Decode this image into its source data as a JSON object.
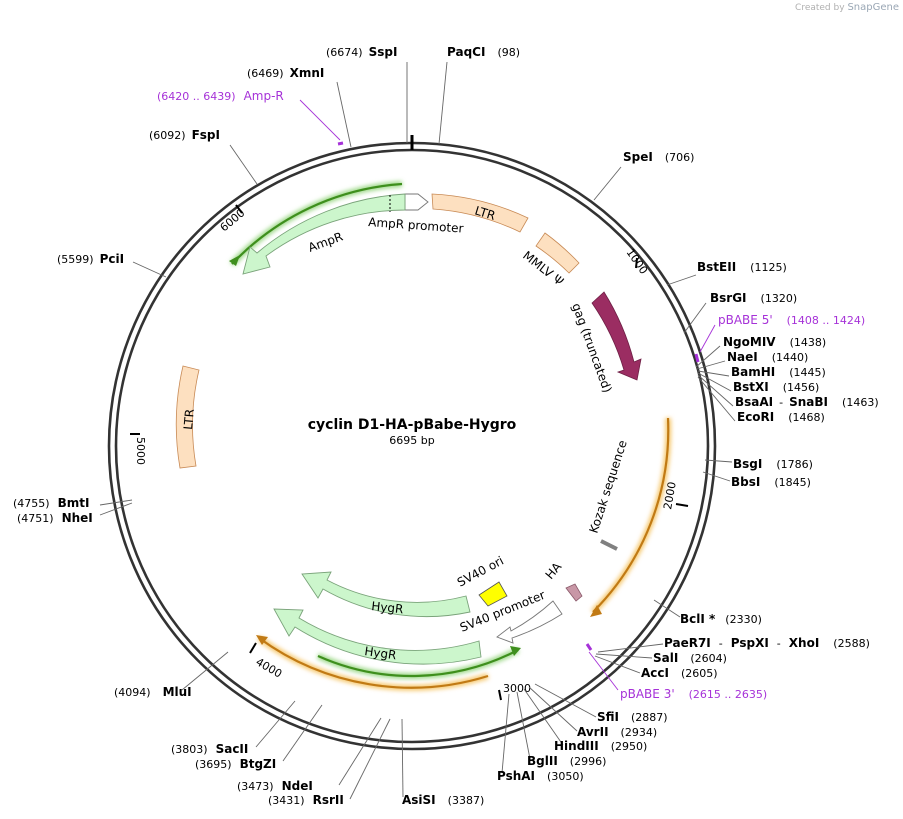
{
  "credit": {
    "prefix": "Created by",
    "brand": "SnapGene"
  },
  "plasmid": {
    "name": "cyclin D1-HA-pBabe-Hygro",
    "size_label": "6695 bp",
    "length": 6695
  },
  "ticks": [
    {
      "pos": 1000,
      "label": "1000"
    },
    {
      "pos": 2000,
      "label": "2000"
    },
    {
      "pos": 3000,
      "label": "3000"
    },
    {
      "pos": 4000,
      "label": "4000"
    },
    {
      "pos": 5000,
      "label": "5000"
    },
    {
      "pos": 6000,
      "label": "6000"
    }
  ],
  "sites": [
    {
      "name": "SspI",
      "pos_text": "(6674)"
    },
    {
      "name": "PaqCI",
      "pos_text": "(98)"
    },
    {
      "name": "XmnI",
      "pos_text": "(6469)"
    },
    {
      "name": "FspI",
      "pos_text": "(6092)"
    },
    {
      "name": "SpeI",
      "pos_text": "(706)"
    },
    {
      "name": "PciI",
      "pos_text": "(5599)"
    },
    {
      "name": "BstEII",
      "pos_text": "(1125)"
    },
    {
      "name": "BsrGI",
      "pos_text": "(1320)"
    },
    {
      "name": "NgoMIV",
      "pos_text": "(1438)"
    },
    {
      "name": "NaeI",
      "pos_text": "(1440)"
    },
    {
      "name": "BamHI",
      "pos_text": "(1445)"
    },
    {
      "name": "BstXI",
      "pos_text": "(1456)"
    },
    {
      "name": "BsaAI",
      "name2": "SnaBI",
      "pos_text": "(1463)"
    },
    {
      "name": "EcoRI",
      "pos_text": "(1468)"
    },
    {
      "name": "BsgI",
      "pos_text": "(1786)"
    },
    {
      "name": "BbsI",
      "pos_text": "(1845)"
    },
    {
      "name": "BmtI",
      "pos_text": "(4755)"
    },
    {
      "name": "NheI",
      "pos_text": "(4751)"
    },
    {
      "name": "BclI *",
      "pos_text": "(2330)"
    },
    {
      "name": "PaeR7I",
      "name2": "PspXI",
      "name3": "XhoI",
      "pos_text": "(2588)"
    },
    {
      "name": "SalI",
      "pos_text": "(2604)"
    },
    {
      "name": "AccI",
      "pos_text": "(2605)"
    },
    {
      "name": "SfiI",
      "pos_text": "(2887)"
    },
    {
      "name": "AvrII",
      "pos_text": "(2934)"
    },
    {
      "name": "HindIII",
      "pos_text": "(2950)"
    },
    {
      "name": "BglII",
      "pos_text": "(2996)"
    },
    {
      "name": "PshAI",
      "pos_text": "(3050)"
    },
    {
      "name": "MluI",
      "pos_text": "(4094)"
    },
    {
      "name": "SacII",
      "pos_text": "(3803)"
    },
    {
      "name": "BtgZI",
      "pos_text": "(3695)"
    },
    {
      "name": "NdeI",
      "pos_text": "(3473)"
    },
    {
      "name": "RsrII",
      "pos_text": "(3431)"
    },
    {
      "name": "AsiSI",
      "pos_text": "(3387)"
    }
  ],
  "primers": [
    {
      "name": "Amp-R",
      "pos_text": "(6420 .. 6439)"
    },
    {
      "name": "pBABE 5'",
      "pos_text": "(1408 .. 1424)"
    },
    {
      "name": "pBABE 3'",
      "pos_text": "(2615 .. 2635)"
    }
  ],
  "features": [
    {
      "name": "LTR",
      "color": "#fde0c0"
    },
    {
      "name": "MMLV Ψ",
      "color": "#fde0c0"
    },
    {
      "name": "gag (truncated)",
      "color": "#9b2d62"
    },
    {
      "name": "AmpR promoter",
      "color": "#ffffff"
    },
    {
      "name": "AmpR",
      "color": "#ccf6cc"
    },
    {
      "name": "LTR",
      "color": "#fde0c0"
    },
    {
      "name": "Kozak sequence",
      "color": "#808080"
    },
    {
      "name": "HA",
      "color": "#c897a6"
    },
    {
      "name": "SV40 ori",
      "color": "#ffff00"
    },
    {
      "name": "SV40 promoter",
      "color": "#ffffff"
    },
    {
      "name": "HygR",
      "color": "#ccf6cc"
    },
    {
      "name": "HygR",
      "color": "#ccf6cc"
    }
  ],
  "colors": {
    "orf_orange": "#e59a1b",
    "orf_green": "#3e8f1d",
    "primer": "#a632d8",
    "backbone": "#333333"
  }
}
